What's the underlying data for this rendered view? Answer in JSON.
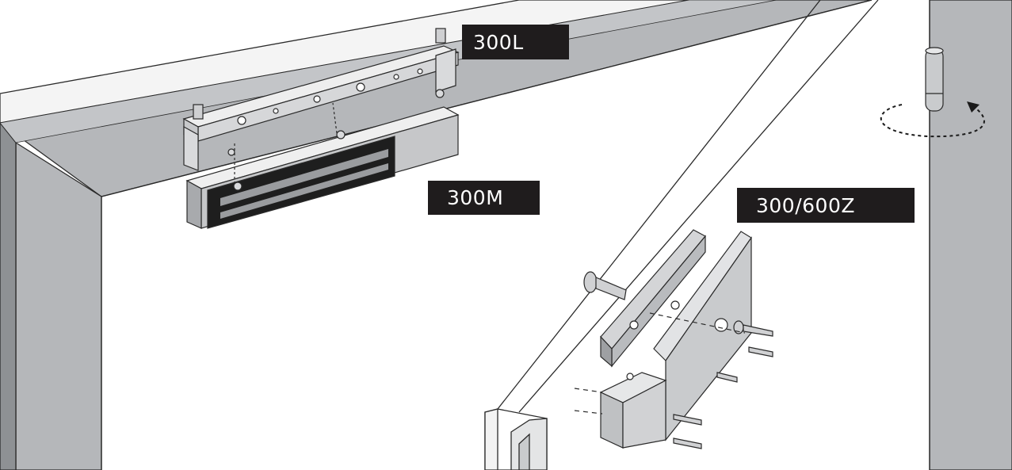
{
  "labels": {
    "lock_bracket": "300L",
    "magnet": "300M",
    "armature_bracket": "300/600Z"
  },
  "colors": {
    "frame": "#b4b6b9",
    "frame_dark": "#8d9093",
    "label_bg": "#1f1c1d",
    "label_text": "#ffffff",
    "line": "#2a2a2a"
  }
}
